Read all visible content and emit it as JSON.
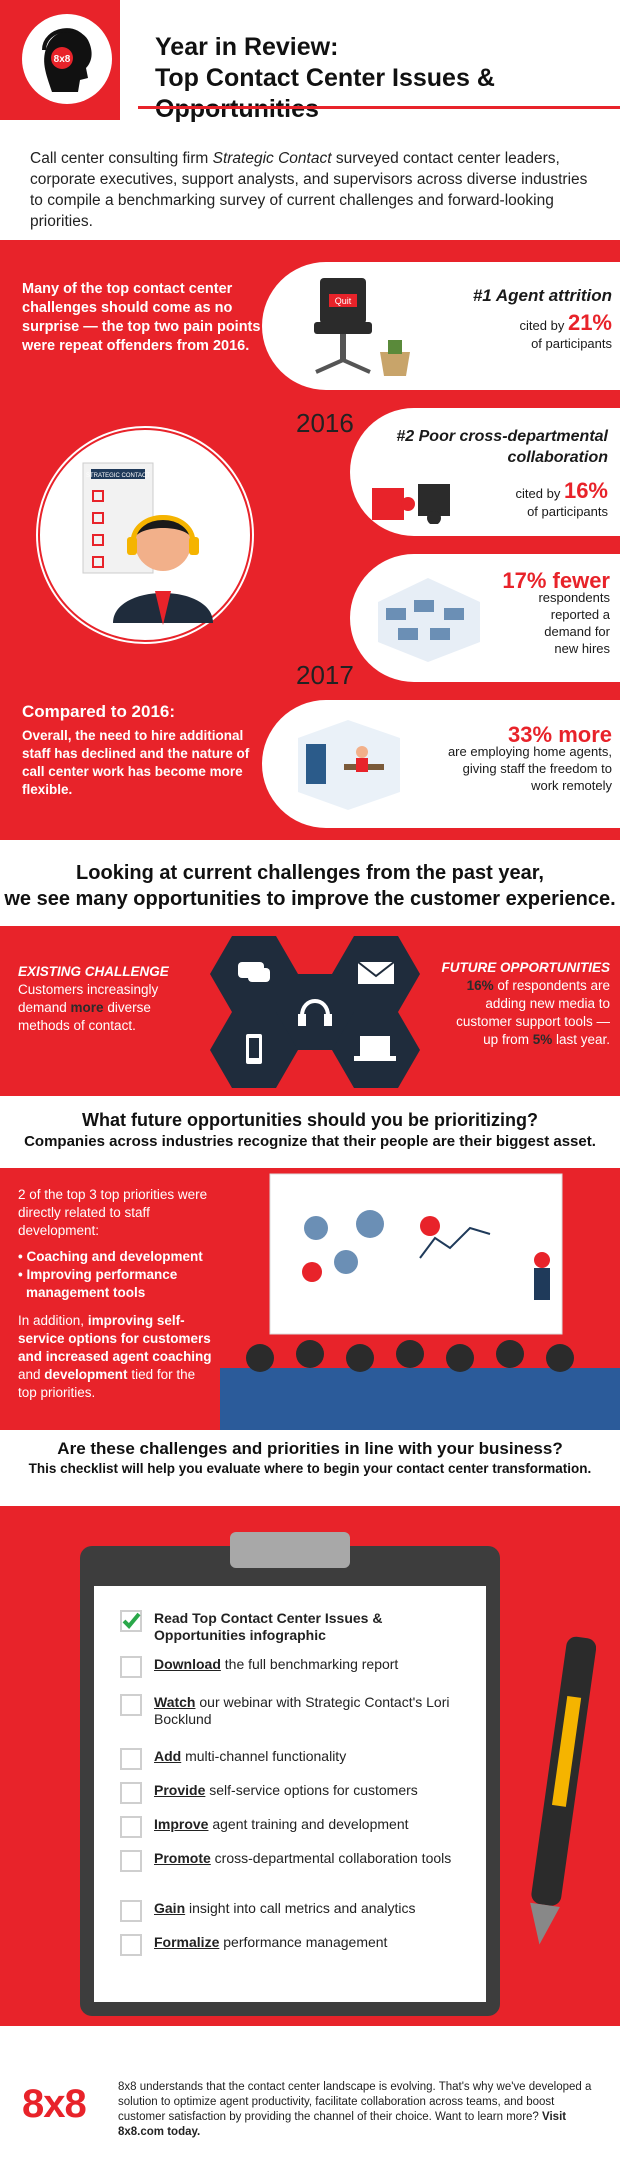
{
  "header": {
    "logo_text": "8x8",
    "title_line1": "Year in Review:",
    "title_line2": "Top Contact Center Issues & Opportunities"
  },
  "intro": {
    "pre": "Call center consulting firm ",
    "company": "Strategic Contact",
    "post": " surveyed contact center leaders, corporate executives, support analysts, and supervisors across diverse industries to compile a benchmarking survey of current challenges and forward-looking priorities."
  },
  "sec2016": {
    "left_text": "Many of the top contact center challenges should come as no surprise — the top two pain points were repeat offenders from 2016.",
    "year_2016": "2016",
    "year_2017": "2017",
    "quit_label": "Quit",
    "badge_text": "STRATEGIC CONTACT",
    "item1": {
      "title": "#1 Agent attrition",
      "cited": "cited by ",
      "pct": "21%",
      "participants": "of participants"
    },
    "item2": {
      "title_line1": "#2 Poor cross-departmental",
      "title_line2": "collaboration",
      "cited": "cited by ",
      "pct": "16%",
      "participants": "of participants"
    },
    "item3": {
      "big": "17% fewer",
      "line1": "respondents",
      "line2": "reported a",
      "line3": "demand for",
      "line4": "new hires"
    },
    "compared_title": "Compared to 2016:",
    "compared_text": "Overall, the need to hire additional staff has declined and the nature of call center work has become more flexible.",
    "item4": {
      "big": "33% more",
      "line1": "are employing home agents,",
      "line2": "giving staff the freedom to",
      "line3": "work remotely"
    }
  },
  "looking": {
    "line1": "Looking at current challenges from the past year,",
    "line2": "we see many opportunities to improve the customer experience."
  },
  "hex": {
    "existing_title": "EXISTING CHALLENGE",
    "existing_pre": "Customers increasingly demand ",
    "existing_more": "more",
    "existing_post": " diverse methods of contact.",
    "future_title": "FUTURE OPPORTUNITIES",
    "future_pct": "16%",
    "future_mid": " of respondents are adding new media to customer support tools — up from ",
    "future_pct2": "5%",
    "future_post": " last year."
  },
  "future": {
    "line1": "What future opportunities should you be prioritizing?",
    "line2": "Companies across industries recognize that their people are their biggest asset."
  },
  "priorities": {
    "p1": "2 of the top 3 top priorities were directly related to staff development:",
    "bullet1": "• Coaching and development",
    "bullet2_line1": "• Improving performance",
    "bullet2_line2": "management tools",
    "p2_pre": "In addition, ",
    "p2_bold": "improving self-service options for customers and increased agent coaching",
    "p2_and": " and ",
    "p2_bold2": "development",
    "p2_post": " tied for the top priorities."
  },
  "question": {
    "line1": "Are these challenges and priorities in line with your business?",
    "line2": "This checklist will help you evaluate where to begin your contact center transformation."
  },
  "checklist": [
    {
      "bold": "Read Top Contact Center Issues & Opportunities infographic",
      "rest": "",
      "checked": true
    },
    {
      "bold": "Download",
      "rest": " the full benchmarking report",
      "checked": false
    },
    {
      "bold": "Watch",
      "rest": " our webinar with Strategic Contact's Lori Bocklund",
      "checked": false
    },
    {
      "bold": "Add",
      "rest": " multi-channel functionality",
      "checked": false
    },
    {
      "bold": "Provide",
      "rest": " self-service options for customers",
      "checked": false
    },
    {
      "bold": "Improve",
      "rest": " agent training and development",
      "checked": false
    },
    {
      "bold": "Promote",
      "rest": " cross-departmental collaboration tools",
      "checked": false
    },
    {
      "bold": "Gain",
      "rest": " insight into call metrics and analytics",
      "checked": false
    },
    {
      "bold": "Formalize",
      "rest": " performance management",
      "checked": false
    }
  ],
  "footer": {
    "logo": "8x8",
    "text": "8x8 understands that the contact center landscape is evolving. That's why we've developed a solution to optimize agent productivity, facilitate collaboration across teams, and boost customer satisfaction by providing the channel of their choice. Want to learn more? ",
    "cta": "Visit 8x8.com today."
  },
  "colors": {
    "brand_red": "#e8232a",
    "dark": "#2b2b2b",
    "navy": "#1f3a5a"
  }
}
